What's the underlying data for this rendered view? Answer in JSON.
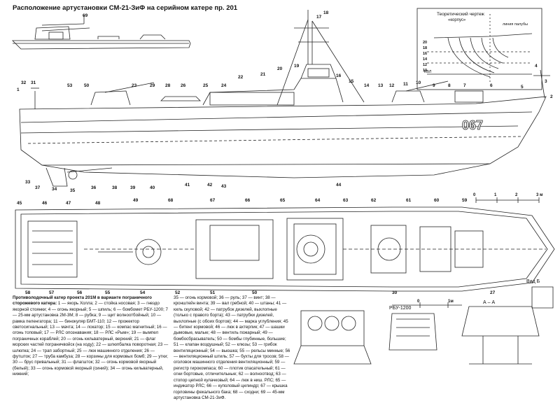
{
  "title": "Расположение артустановки СМ-21-ЗиФ на серийном катере пр. 201",
  "hull_number": "067",
  "theoretical_drawing": {
    "label": "Теоретический чертеж",
    "sublabel": "«корпус»",
    "waterline_label": "линия палубы",
    "station_numbers": [
      "20",
      "18",
      "16",
      "14",
      "12",
      "10"
    ],
    "keel_label": "КВЛ"
  },
  "views": {
    "view_b_label": "Вид Б",
    "section_label": "А – А",
    "rbu_label": "РБУ-1200",
    "scale_labels": [
      "0",
      "1м"
    ],
    "scale_labels_plan": [
      "0",
      "1",
      "2",
      "3 м"
    ]
  },
  "callouts_profile": [
    "69",
    "32",
    "31",
    "53",
    "50",
    "23",
    "29",
    "28",
    "26",
    "25",
    "24",
    "22",
    "21",
    "20",
    "19",
    "17",
    "18",
    "16",
    "15",
    "14",
    "13",
    "12",
    "11",
    "10",
    "9",
    "8",
    "7",
    "6",
    "5",
    "4",
    "3",
    "2",
    "1",
    "33",
    "37",
    "34",
    "35",
    "36",
    "38",
    "39",
    "40",
    "41",
    "42",
    "43",
    "44"
  ],
  "callouts_plan": [
    "45",
    "46",
    "47",
    "48",
    "49",
    "68",
    "67",
    "66",
    "65",
    "64",
    "63",
    "62",
    "61",
    "60",
    "59",
    "58",
    "57",
    "56",
    "55",
    "54",
    "52",
    "51",
    "50",
    "30",
    "27"
  ],
  "legend": {
    "heading": "Противолодочный катер проекта 201М в варианте пограничного сторожевого катера:",
    "col1": "1 — якорь Холла; 2 — стойка носовая; 3 — гнездо якорной стоянки; 4 — огонь якорный; 5 — шпиль; 6 — бомбомет РБУ-1200; 7 — 25-мм артустановка 2М-3М; 8 — рубка; 9 — щит волноотбойный; 10 — рамка пеленгатора; 11 — бинокуляр БМТ-110; 12 — прожектор светосигнальный; 13 — мачта; 14 — локатор; 15 — компас магнитный; 16 — огонь топовый; 17 — РЛС опознавания; 18 — РЛС «Рым»; 19 — вымпел пограничных кораблей; 20 — огонь кильватерный, верхний; 21 — флаг морских частей пограничвойск (на ходу); 22 — шлюпбалка поворотная; 23 — шлюпка; 24 — трап забортный; 25 — люк машинного отделения; 26 — футшток; 27 — труба камбуза; 28 — корзины для кормовых бомб; 29 — утки; 30 — брус привальный; 31 — флагшток; 32 — огонь кормовой якорный (белый); 33 — огонь кормовой якорный (синий); 34 — огонь кильватерный, нижний;",
    "col2": "35 — огонь кормовой; 36 — руль; 37 — винт; 38 — кронштейн винта; 39 — вал гребной; 40 — штаны; 41 — киль скуловой; 42 — патрубок дизелей, выхлопные (только с правого борта); 43 — патрубки дизелей, выхлопные (с обоих бортов); 44 — марка углубления; 45 — битенг кормовой; 46 — люк в ахтерпик; 47 — шашки дымовые, малые; 48 — вентиль пожарный; 49 — бомбосбрасыватель; 50 — бомбы глубинные, большие; 51 — клапан воздушный; 52 — клюзы; 53 — грибок вентиляционный; 54 — вьюшка; 55 — рельсы минные; 56 — вентиляционный штиль; 57 — бухты для тросов; 58 — оголовок машинного отделения вентиляционный; 59 — регистр гирокомпаса; 60 — плотик спасательный; 61 — огни бортовые, отличительные; 62 — волноотвод; 63 — стопор цепной кулачковый; 64 — люк в ниш. РЛС; 65 — индикатор РЛС; 66 — куполовый цилиндр; 67 — крышка горловины фекального бака; 68 — сходни; 69 — 45-мм артустановка СМ-21-ЗиФ."
  }
}
